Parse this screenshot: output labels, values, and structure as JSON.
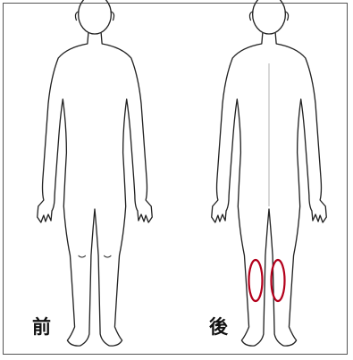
{
  "labels": {
    "front": "前",
    "back": "後"
  },
  "figures": [
    {
      "view": "front",
      "marks": []
    },
    {
      "view": "back",
      "marks": [
        "left-knee-back",
        "right-knee-back"
      ]
    }
  ],
  "colors": {
    "outline": "#222222",
    "marker": "#b3001b",
    "border": "#555555"
  }
}
